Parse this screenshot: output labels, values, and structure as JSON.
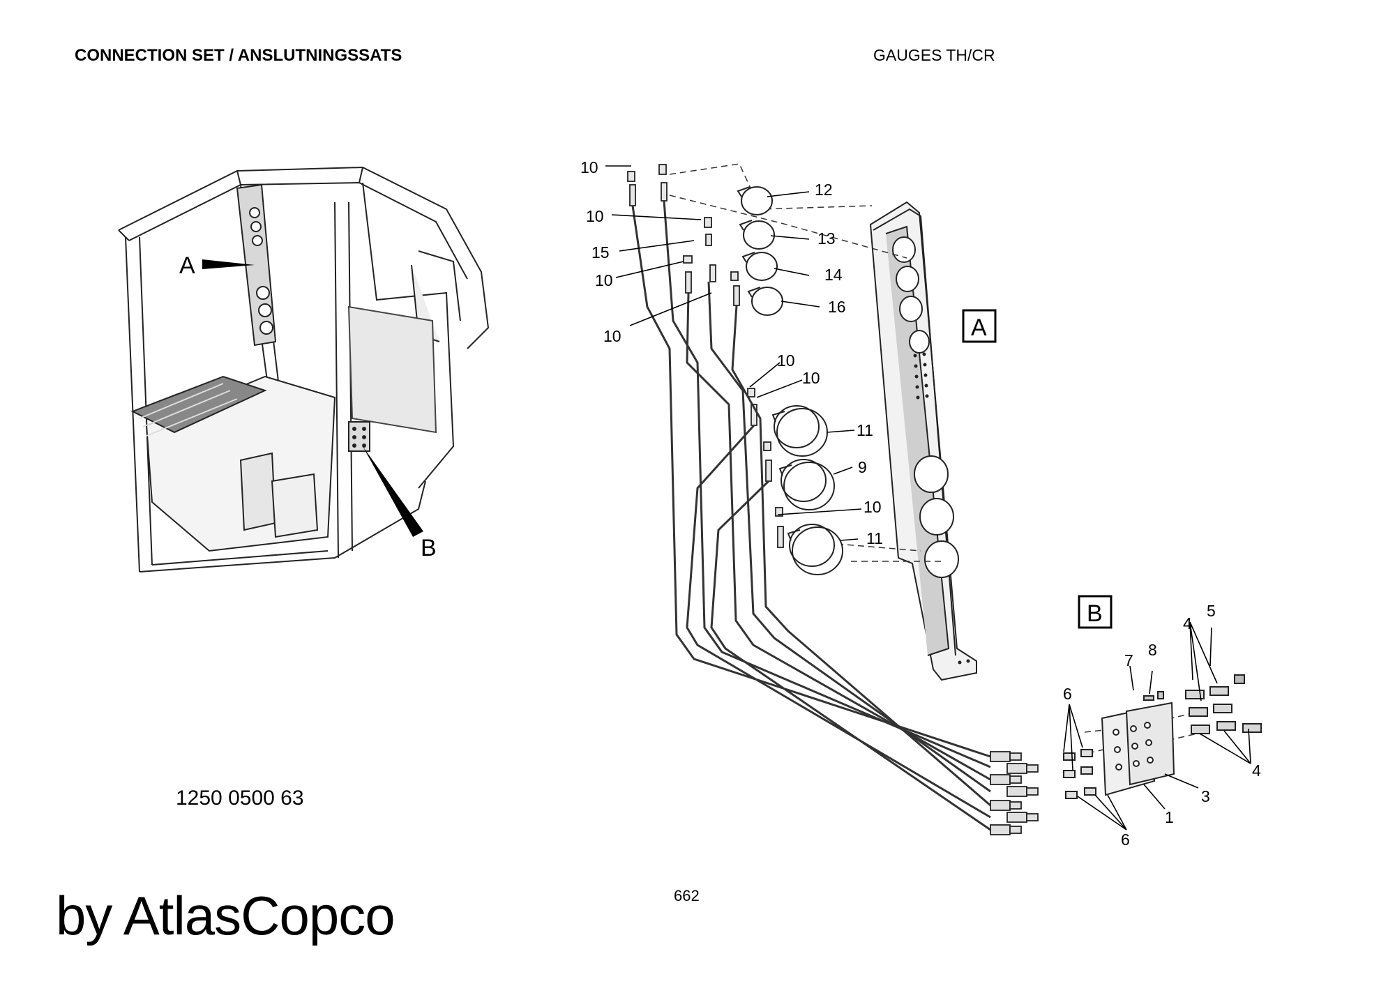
{
  "header": {
    "title": "CONNECTION SET / ANSLUTNINGSSATS",
    "subtitle": "GAUGES TH/CR"
  },
  "part_number": "1250 0500 63",
  "page_number": "662",
  "watermark": "by AtlasCopco",
  "cab_callouts": {
    "a": "A",
    "b": "B"
  },
  "detail_boxes": {
    "a": "A",
    "b": "B"
  },
  "callouts": {
    "c10a": "10",
    "c10b": "10",
    "c15": "15",
    "c10c": "10",
    "c10d": "10",
    "c12": "12",
    "c13": "13",
    "c14": "14",
    "c16": "16",
    "c10e": "10",
    "c10f": "10",
    "c11a": "11",
    "c9": "9",
    "c10g": "10",
    "c11b": "11",
    "c5": "5",
    "c4a": "4",
    "c8": "8",
    "c7": "7",
    "c6a": "6",
    "c4b": "4",
    "c3": "3",
    "c1": "1",
    "c6b": "6"
  }
}
